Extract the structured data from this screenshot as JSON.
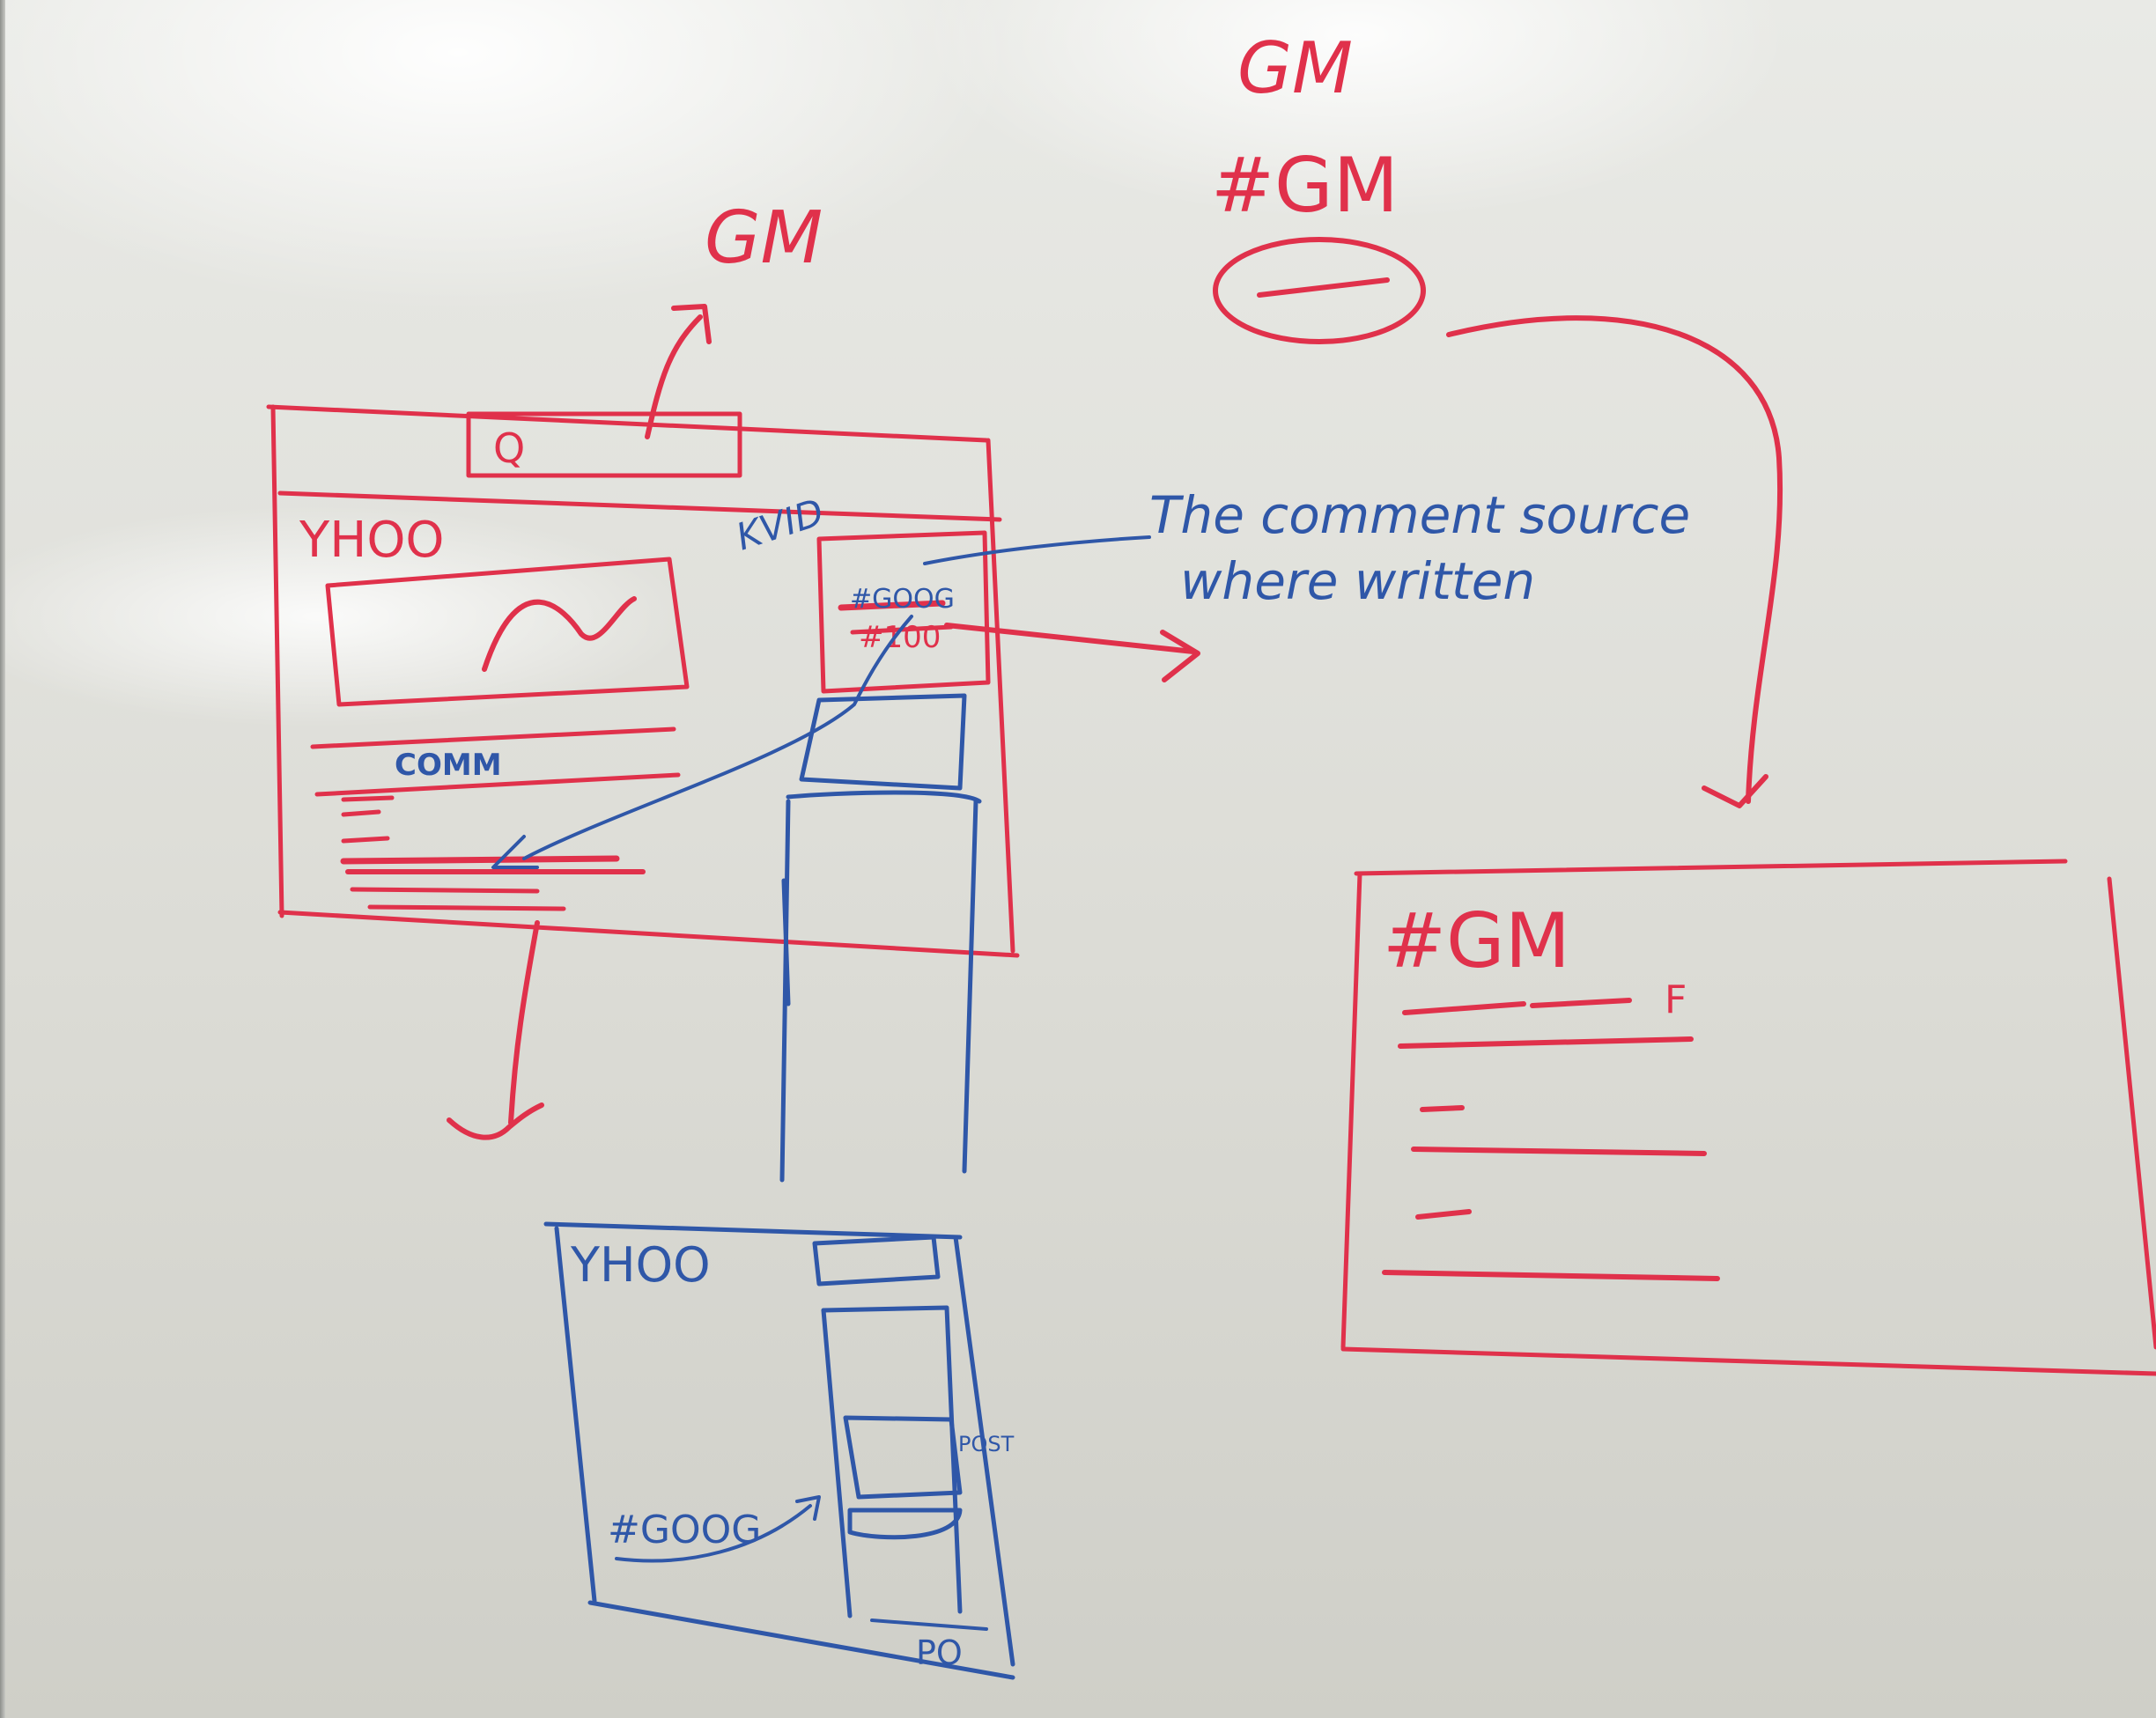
{
  "labels": {
    "gm_left": "GM",
    "gm_top": "GM",
    "hashtag_top": "#GM",
    "search_q": "Q",
    "yhoo_red": "YHOO",
    "comm_label": "COMM",
    "kvid": "KVID",
    "goog_hash": "#GOOG",
    "hash_100": "#100",
    "annotation_line1": "The comment source",
    "annotation_line2": "where written",
    "yhoo_blue": "YHOO",
    "goog_blue": "#GOOG",
    "post_label": "POST",
    "post_short": "PO",
    "gm_page_title": "#GM",
    "gm_page_sub": "F"
  },
  "colors": {
    "red_marker": "#e0314b",
    "blue_marker": "#2f57a8",
    "board": "#e2e3de"
  }
}
